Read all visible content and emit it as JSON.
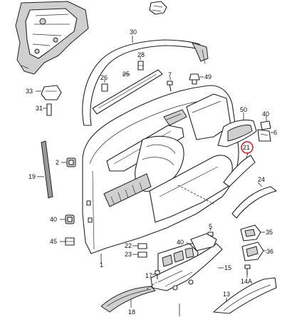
{
  "callouts": {
    "c30": "30",
    "c28": "28",
    "c26": "26",
    "c25": "25",
    "c7": "7",
    "c49": "49",
    "c33": "33",
    "c31": "31",
    "c50": "50",
    "c40a": "40",
    "c6": "6",
    "c21": "21",
    "c2": "2",
    "c19": "19",
    "c24": "24",
    "c40b": "40",
    "c45": "45",
    "c22": "22",
    "c23": "23",
    "c40c": "40",
    "c5": "5",
    "c35": "35",
    "c36": "36",
    "c1": "1",
    "c17": "17",
    "c15": "15",
    "c14a": "14A",
    "c18": "18",
    "c13": "13"
  },
  "highlight_color": "#d01010"
}
